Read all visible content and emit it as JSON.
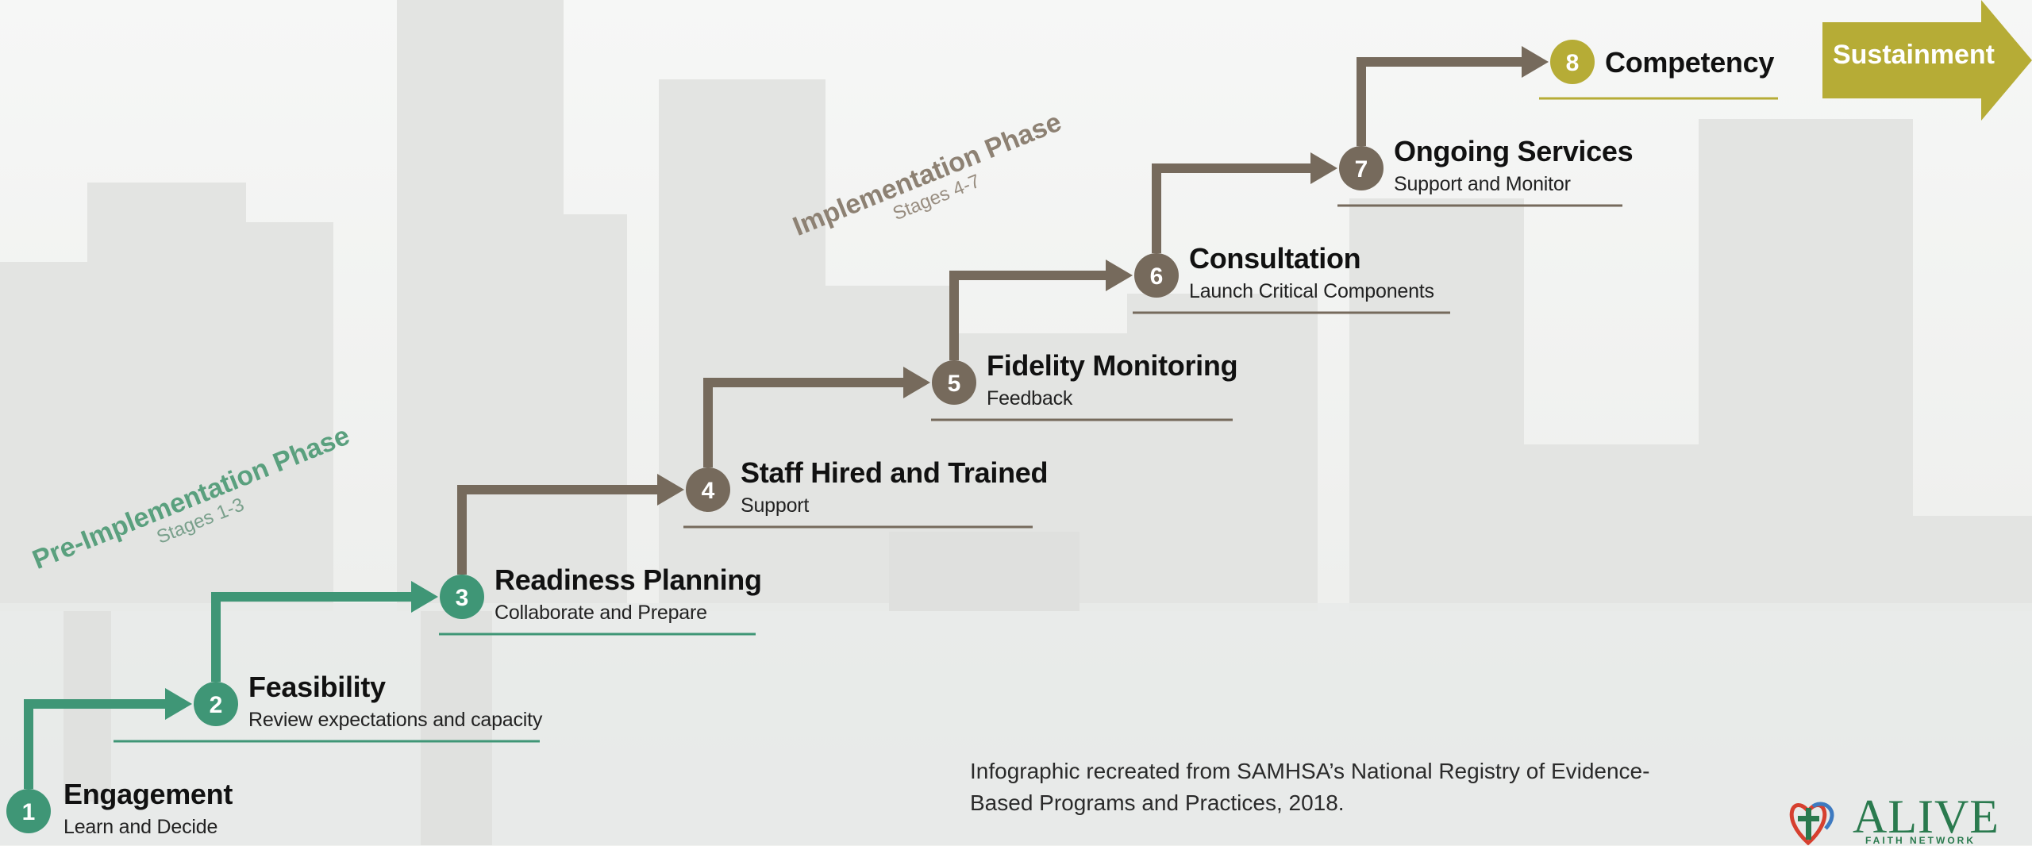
{
  "phases": {
    "pre": {
      "title": "Pre-Implementation Phase",
      "sub": "Stages 1-3"
    },
    "impl": {
      "title": "Implementation Phase",
      "sub": "Stages 4-7"
    }
  },
  "stages": [
    {
      "num": "1",
      "title": "Engagement",
      "sub": "Learn and Decide"
    },
    {
      "num": "2",
      "title": "Feasibility",
      "sub": "Review expectations and capacity"
    },
    {
      "num": "3",
      "title": "Readiness Planning",
      "sub": "Collaborate and Prepare"
    },
    {
      "num": "4",
      "title": "Staff Hired and Trained",
      "sub": "Support"
    },
    {
      "num": "5",
      "title": "Fidelity Monitoring",
      "sub": "Feedback"
    },
    {
      "num": "6",
      "title": "Consultation",
      "sub": "Launch Critical Components"
    },
    {
      "num": "7",
      "title": "Ongoing Services",
      "sub": "Support and Monitor"
    },
    {
      "num": "8",
      "title": "Competency",
      "sub": ""
    }
  ],
  "sustainment": "Sustainment",
  "credit": "Infographic recreated from SAMHSA’s National Registry of Evidence-Based Programs and Practices, 2018.",
  "logo": {
    "name": "ALIVE",
    "sub": "FAITH NETWORK"
  },
  "colors": {
    "green": "#3f9676",
    "brown": "#766a5c",
    "gold": "#b6ac36"
  }
}
